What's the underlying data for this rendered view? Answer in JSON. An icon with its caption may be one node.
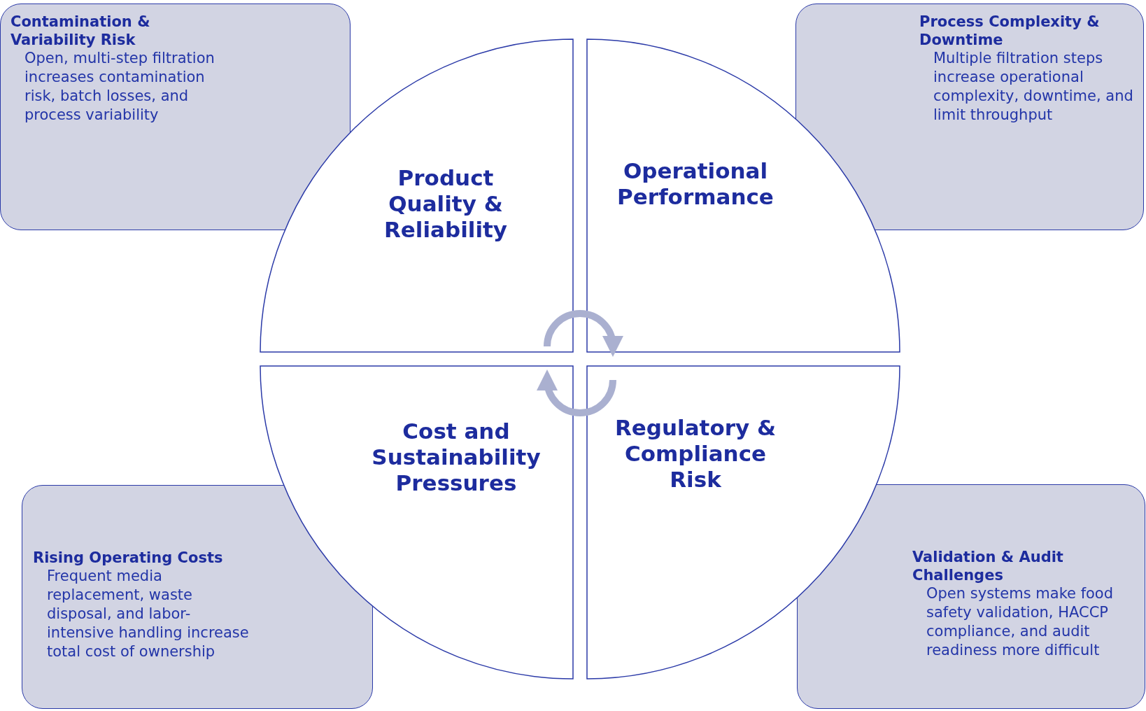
{
  "diagram": {
    "nodes": [
      {
        "text": [
          "Contamination & Variability Risk",
          "Open, multi-step filtration increases contamination risk, batch losses, and process variability"
        ]
      },
      {
        "text": [
          "Process Complexity & Downtime",
          "Multiple filtration steps increase operational complexity, downtime, and limit throughput"
        ]
      },
      {
        "text": [
          "Product Quality & Reliability"
        ]
      },
      {
        "text": [
          "Operational Performance"
        ]
      },
      {
        "text": [
          "Cost and Sustainability Pressures"
        ]
      },
      {
        "text": [
          "Regulatory & Compliance Risk"
        ]
      },
      {
        "text": [
          "Rising Operating Costs",
          "Frequent media replacement, waste disposal, and labor-intensive handling increase total cost of ownership"
        ]
      },
      {
        "text": [
          "Validation & Audit Challenges",
          "Open systems make food safety validation, HACCP compliance, and audit readiness more difficult"
        ]
      }
    ],
    "edges": [
      {
        "from": 2,
        "to": 3,
        "arrow": "to"
      },
      {
        "from": 5,
        "to": 4,
        "arrow": "to"
      }
    ]
  }
}
